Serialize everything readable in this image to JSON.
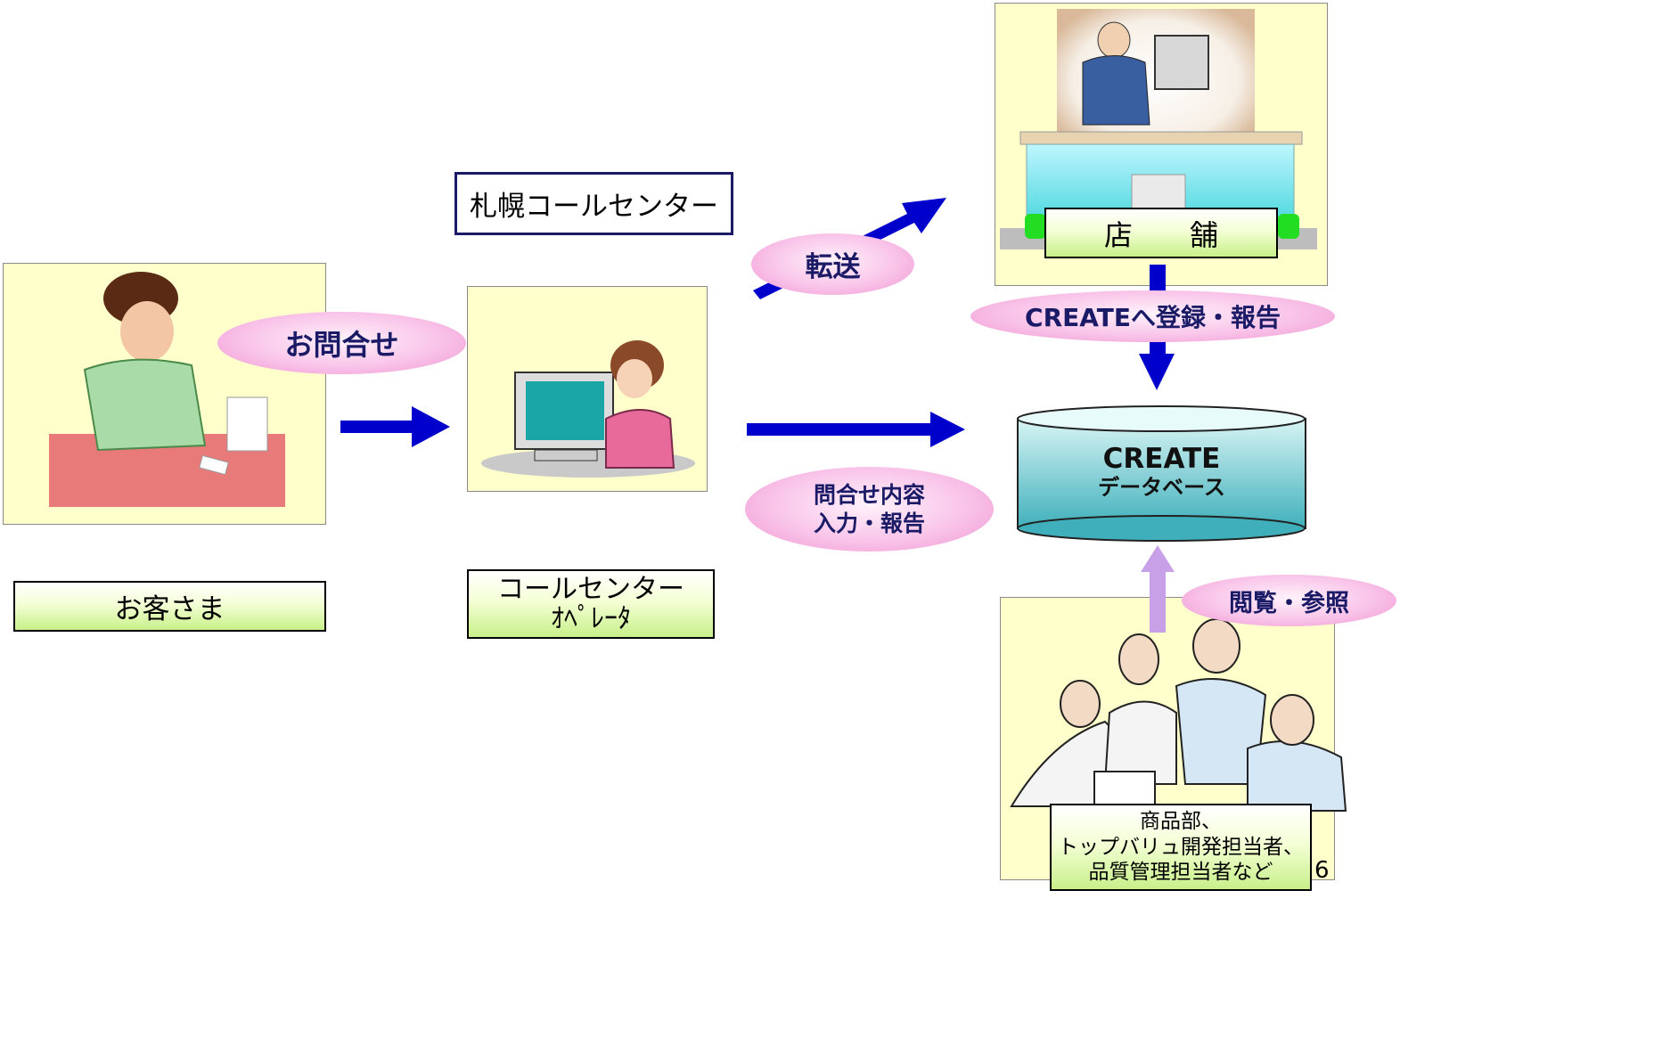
{
  "title_box": "札幌コールセンター",
  "labels": {
    "customer": "お客さま",
    "operator_line1": "コールセンター",
    "operator_line2": "ｵﾍﾟﾚｰﾀ",
    "store": "店　　舗",
    "staff_line1": "商品部、",
    "staff_line2": "トップバリュ開発担当者、",
    "staff_line3": "品質管理担当者など"
  },
  "ovals": {
    "inquiry": "お問合せ",
    "transfer": "転送",
    "input_line1": "問合せ内容",
    "input_line2": "入力・報告",
    "register": "CREATEへ登録・報告",
    "browse": "閲覧・参照"
  },
  "database": {
    "line1": "CREATE",
    "line2": "データベース"
  },
  "page_number": "6",
  "colors": {
    "arrow": "#0000cc",
    "arrow_light": "#c8a0e8",
    "panel": "#ffffcc",
    "oval": "#f9c4e9",
    "db": "#4ec0c8"
  }
}
